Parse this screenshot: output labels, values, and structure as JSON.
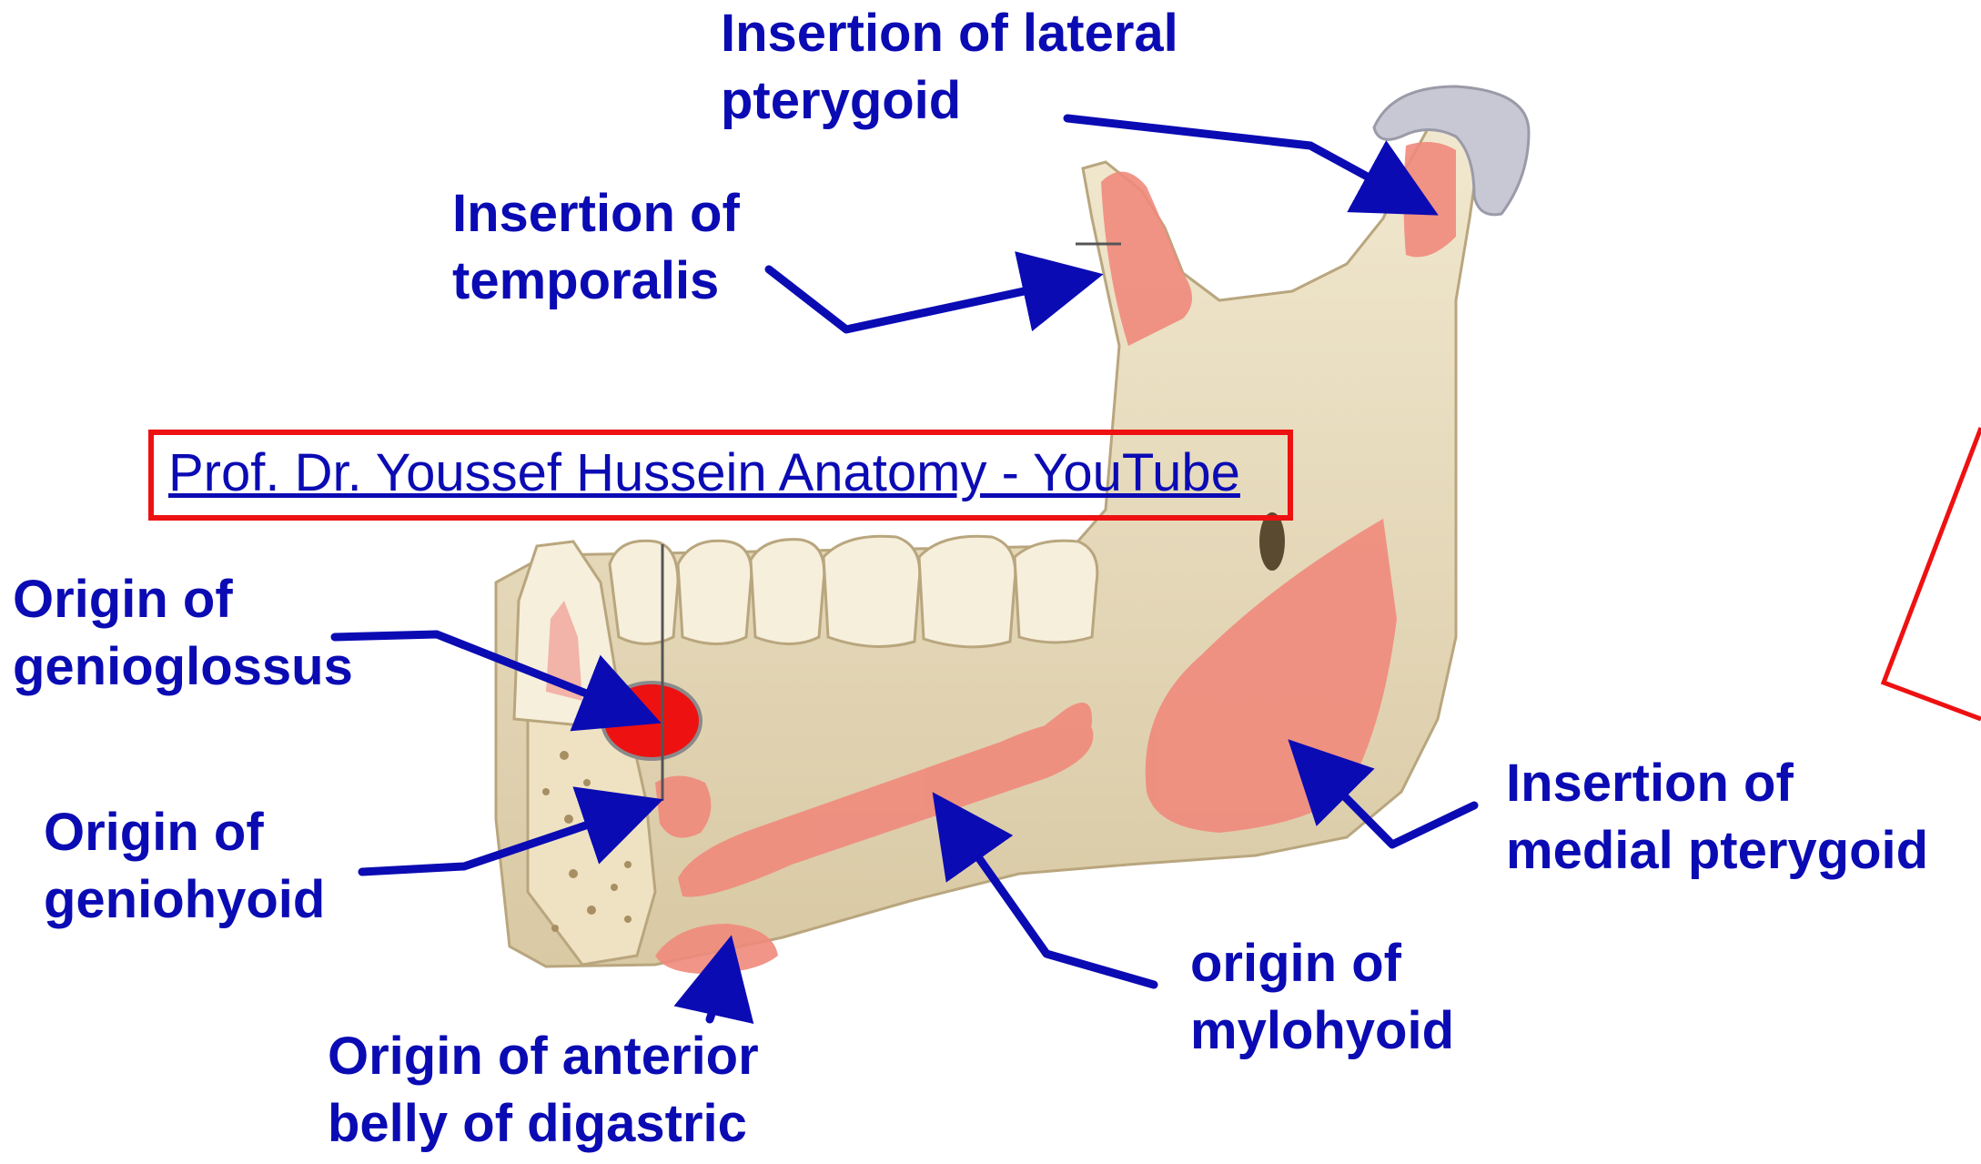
{
  "labels": {
    "lateral_pterygoid": [
      "Insertion of lateral",
      "pterygoid"
    ],
    "temporalis": [
      "Insertion of",
      "temporalis"
    ],
    "genioglossus": [
      "Origin of",
      "genioglossus"
    ],
    "geniohyoid": [
      "Origin of",
      "geniohyoid"
    ],
    "digastric": [
      "Origin of anterior",
      "belly of digastric"
    ],
    "mylohyoid": [
      "origin of",
      "mylohyoid"
    ],
    "medial_pterygoid": [
      "Insertion of",
      "medial pterygoid"
    ]
  },
  "link": {
    "text": "Prof. Dr. Youssef Hussein Anatomy - YouTube"
  },
  "colors": {
    "label": "#0b0bb4",
    "arrow": "#0b0bb4",
    "bone": "#eadfc2",
    "muscle_area": "#f08a7c",
    "genioglossus_spot": "#ee1111",
    "link_frame": "#ee1111",
    "cartilage": "#c8c8d4"
  }
}
